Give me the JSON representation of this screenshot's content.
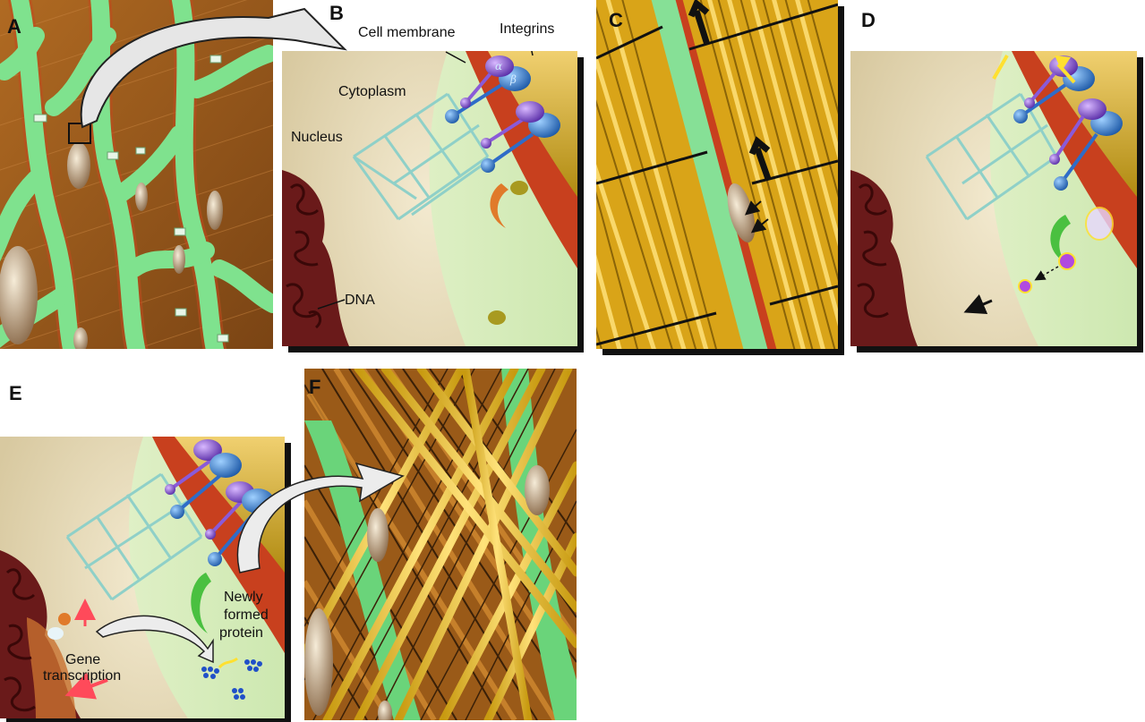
{
  "panels": {
    "a": {
      "letter": "A"
    },
    "b": {
      "letter": "B",
      "cell_membrane": "Cell membrane",
      "integrins": "Integrins",
      "cytoplasm": "Cytoplasm",
      "nucleus": "Nucleus",
      "dna": "DNA"
    },
    "c": {
      "letter": "C"
    },
    "d": {
      "letter": "D"
    },
    "e": {
      "letter": "E",
      "gene_line1": "Gene",
      "gene_line2": "transcription",
      "protein_line1": "Newly",
      "protein_line2": "formed",
      "protein_line3": "protein"
    },
    "f": {
      "letter": "F"
    }
  },
  "symbols": {
    "alpha": "α",
    "beta": "β"
  },
  "colors": {
    "cytoplasm_green": "#d6efc0",
    "nucleus_beige": "#e8dcbc",
    "membrane_red": "#c8401e",
    "extracellular_gold": "#c89a1e",
    "integrin_alpha": "#7a4fc8",
    "integrin_beta": "#2e78c8",
    "cell_green": "#79e08a",
    "tissue_brown": "#9a5a1c",
    "fiber_yellow": "#f2c42a",
    "dna_maroon": "#6a1a1a"
  }
}
